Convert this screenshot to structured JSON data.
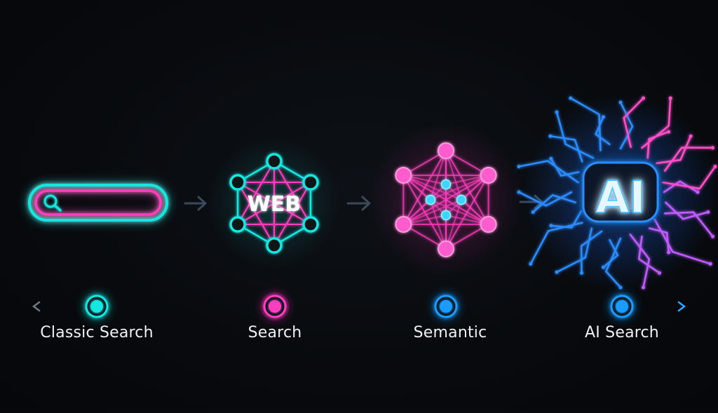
{
  "web_label": "WEB",
  "ai_label": "AI",
  "stages": [
    {
      "label": "Classic Search",
      "color": "#19e6e0"
    },
    {
      "label": "Search",
      "color": "#ff3dbf"
    },
    {
      "label": "Semantic",
      "color": "#1f9bff"
    },
    {
      "label": "AI Search",
      "color": "#1f9bff"
    }
  ],
  "colors": {
    "cyan": "#19e6e0",
    "magenta": "#ff3dbf",
    "blue": "#2a8cff",
    "background": "#07090c"
  },
  "icons": [
    "search-icon",
    "web-network-icon",
    "semantic-network-icon",
    "ai-circuit-icon"
  ]
}
